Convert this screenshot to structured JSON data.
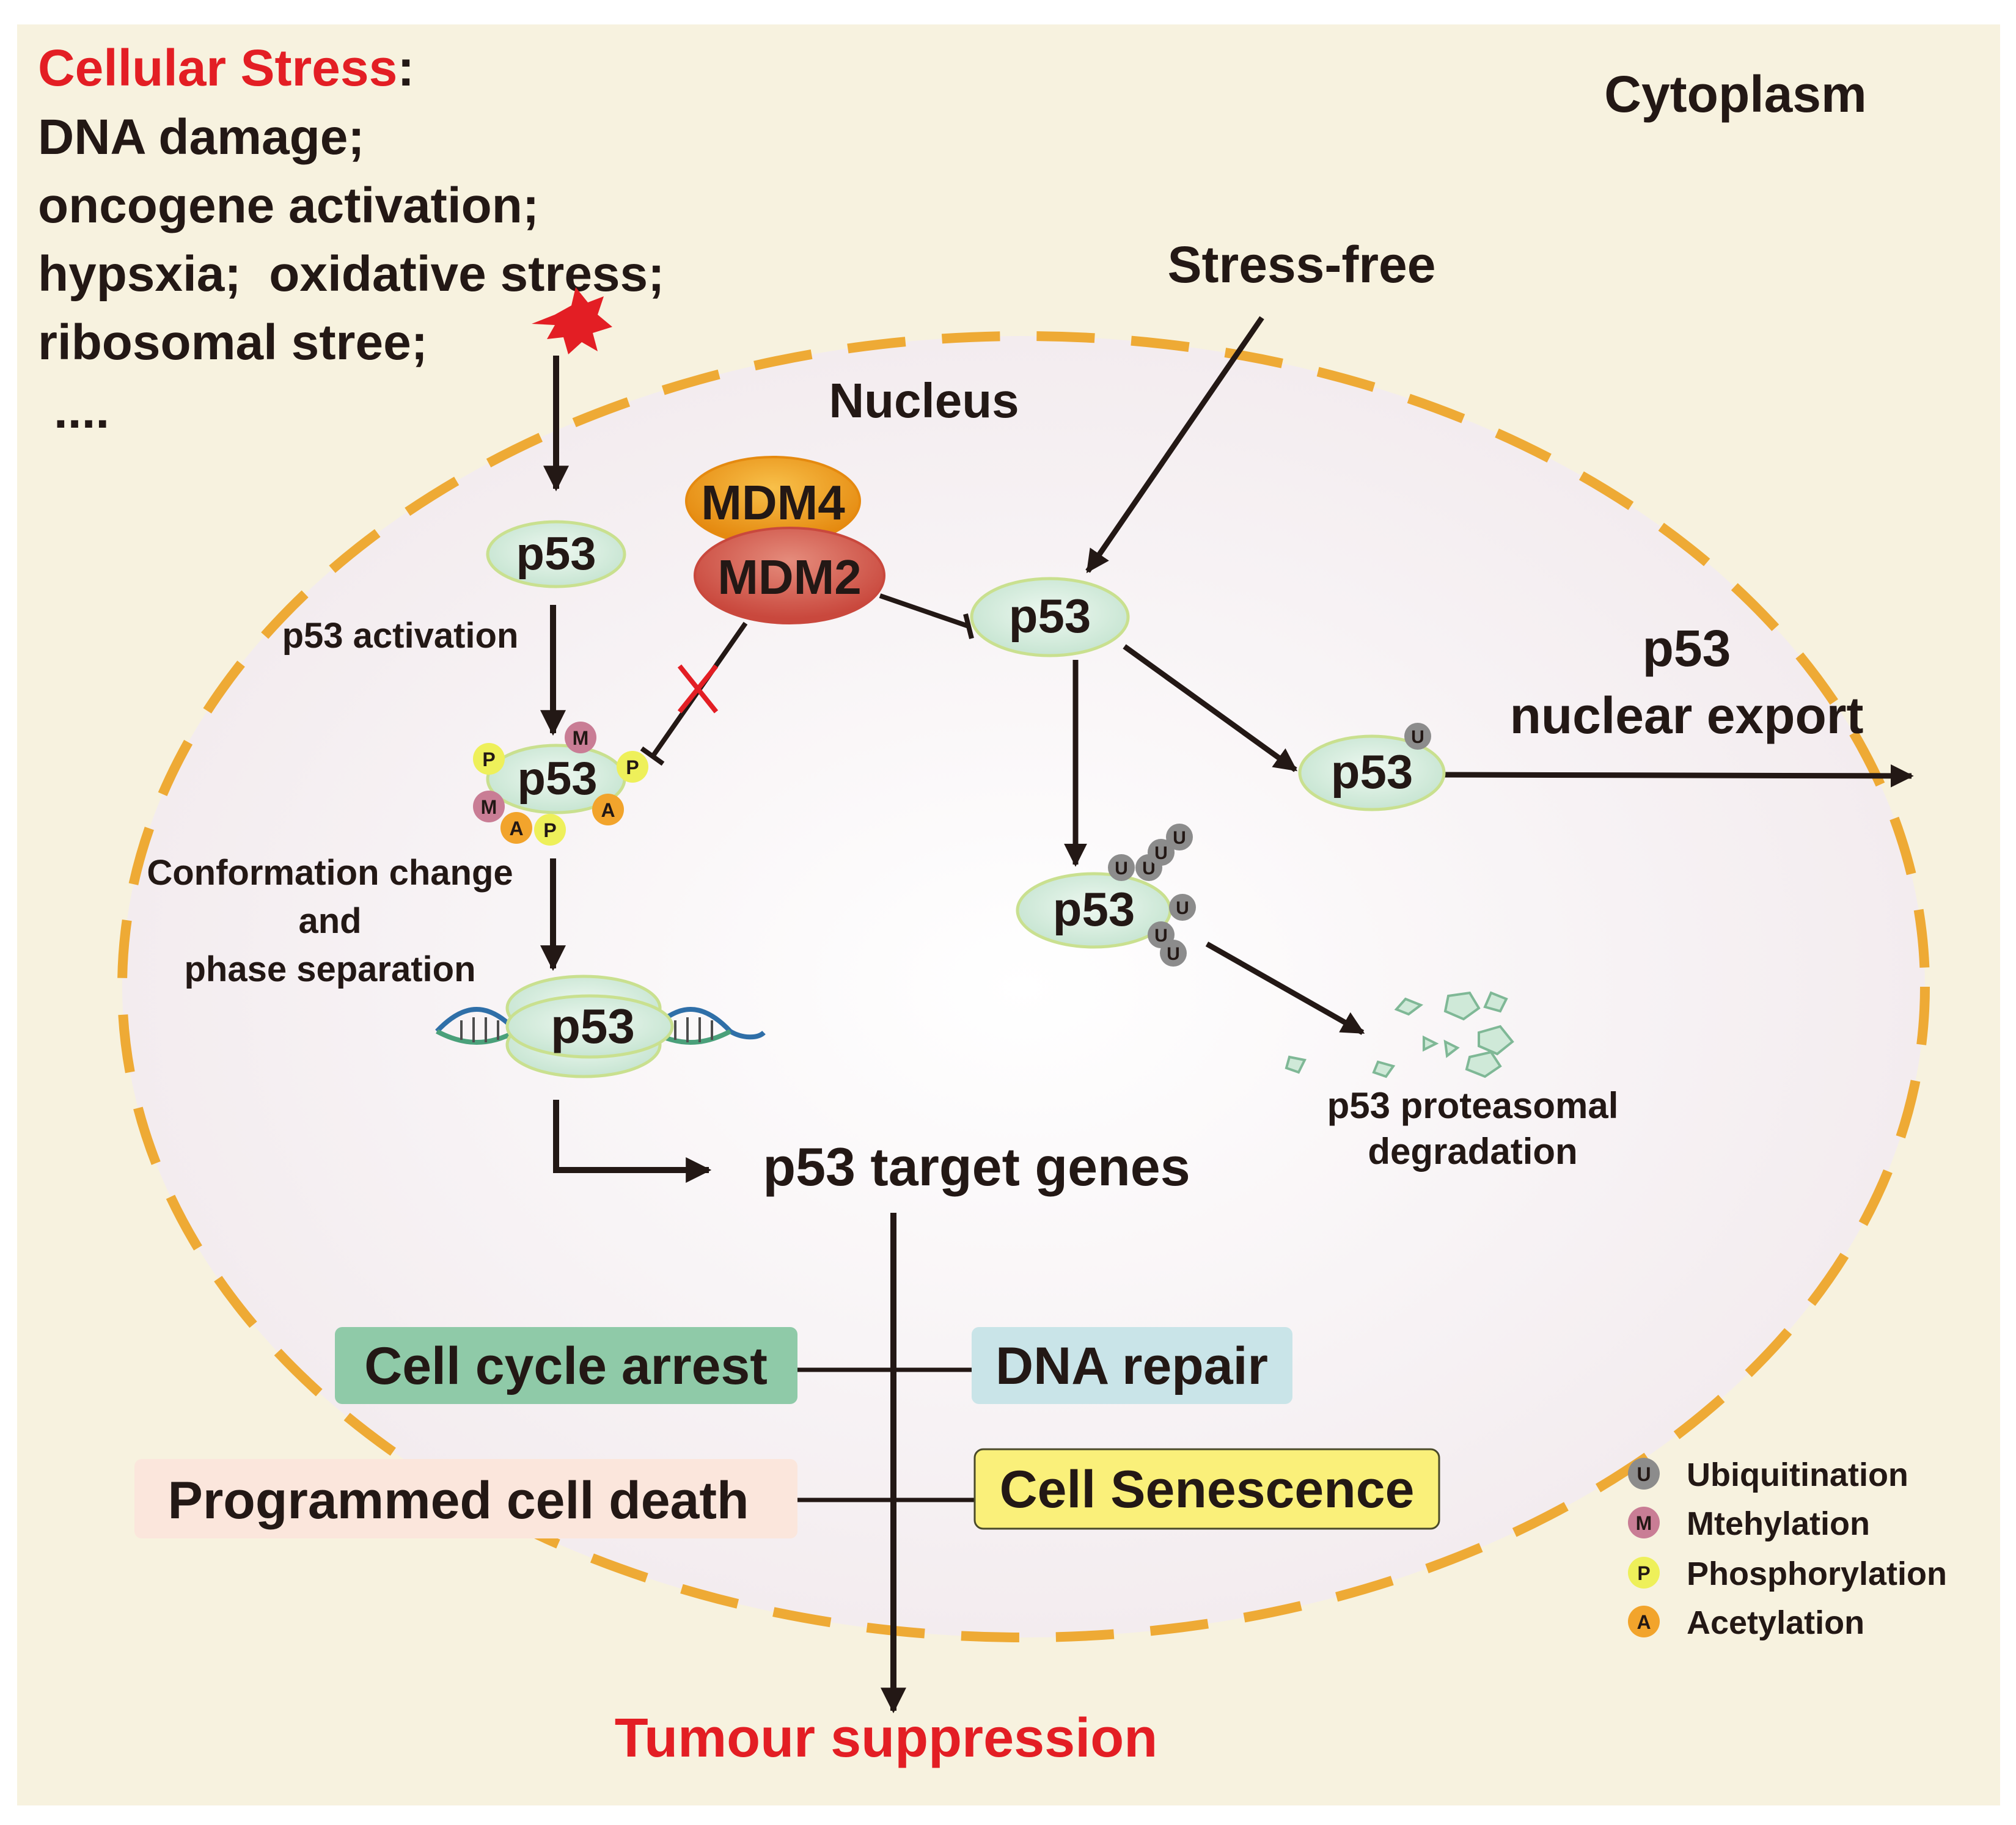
{
  "colors": {
    "cytoplasm_bg": "#f7f2df",
    "nucleus_fill": "#f6f1f3",
    "nucleus_border": "#eeaa35",
    "stress_red": "#e31e24",
    "arrow": "#231815",
    "p53_fill": "#d9efdf",
    "p53_stroke": "#c9e08f",
    "mdm4": "#f0a020",
    "mdm2": "#d45d50",
    "ubiquitin": "#8c8c8c",
    "methylation": "#c97d95",
    "phosphorylation": "#eef05a",
    "acetylation": "#f2a42c",
    "box_cell_cycle": "#8fcaa8",
    "box_dna_repair": "#c9e4e8",
    "box_death": "#fbe6dc",
    "box_senescence": "#faf07a"
  },
  "stress": {
    "title": "Cellular Stress",
    "colon": ":",
    "items": [
      "DNA damage;",
      "oncogene activation;",
      "hypsxia;  oxidative stress;",
      "ribosomal stree;",
      "...."
    ]
  },
  "labels": {
    "cytoplasm": "Cytoplasm",
    "nucleus": "Nucleus",
    "stress_free": "Stress-free",
    "p53_activation": "p53 activation",
    "conformation": [
      "Conformation change",
      "and",
      "phase separation"
    ],
    "nuclear_export": [
      "p53",
      "nuclear export"
    ],
    "degradation": [
      "p53 proteasomal",
      "degradation"
    ],
    "target_genes": "p53 target genes",
    "tumour_suppression": "Tumour suppression"
  },
  "proteins": {
    "p53": "p53",
    "mdm4": "MDM4",
    "mdm2": "MDM2"
  },
  "marks": {
    "u": "U",
    "m": "M",
    "p": "P",
    "a": "A"
  },
  "outcomes": {
    "cell_cycle": "Cell cycle arrest",
    "dna_repair": "DNA repair",
    "death": "Programmed cell death",
    "senescence": "Cell Senescence"
  },
  "legend": [
    {
      "symbol": "U",
      "label": "Ubiquitination",
      "color": "#8c8c8c"
    },
    {
      "symbol": "M",
      "label": "Mtehylation",
      "color": "#c97d95"
    },
    {
      "symbol": "P",
      "label": "Phosphorylation",
      "color": "#eef05a"
    },
    {
      "symbol": "A",
      "label": "Acetylation",
      "color": "#f2a42c"
    }
  ]
}
